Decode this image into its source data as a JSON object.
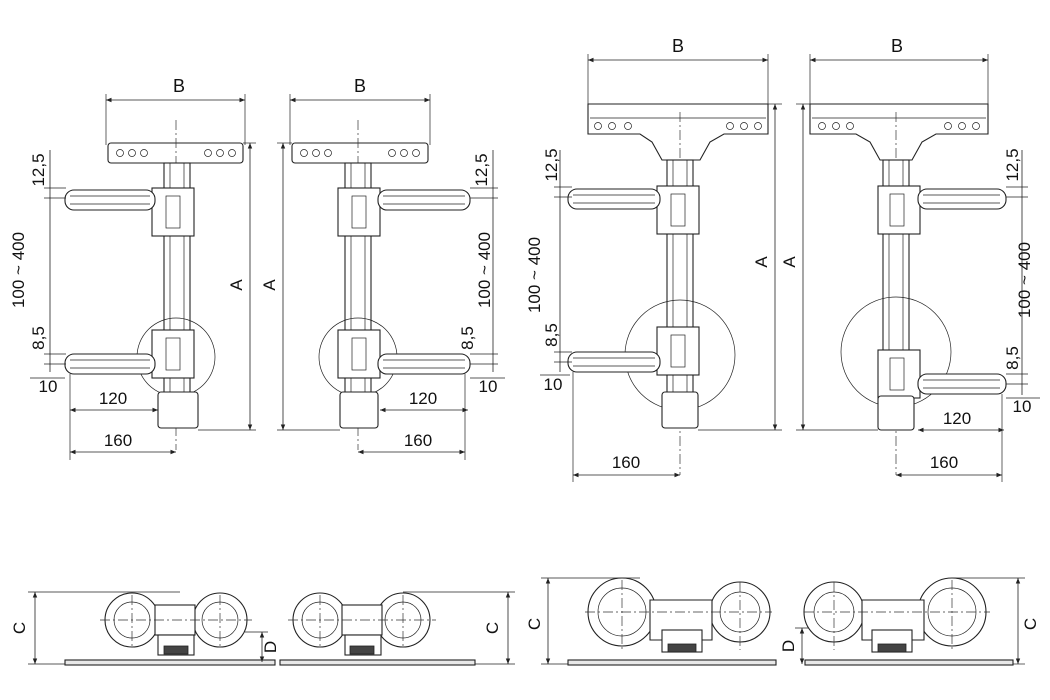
{
  "labels": {
    "width": "B",
    "length": "A",
    "height_total": "C",
    "height_low": "D",
    "dim_offset_top": "12,5",
    "dim_range": "100 ~ 400",
    "dim_offset_bottom": "8,5",
    "dim_10": "10",
    "dim_120": "120",
    "dim_160": "160"
  }
}
